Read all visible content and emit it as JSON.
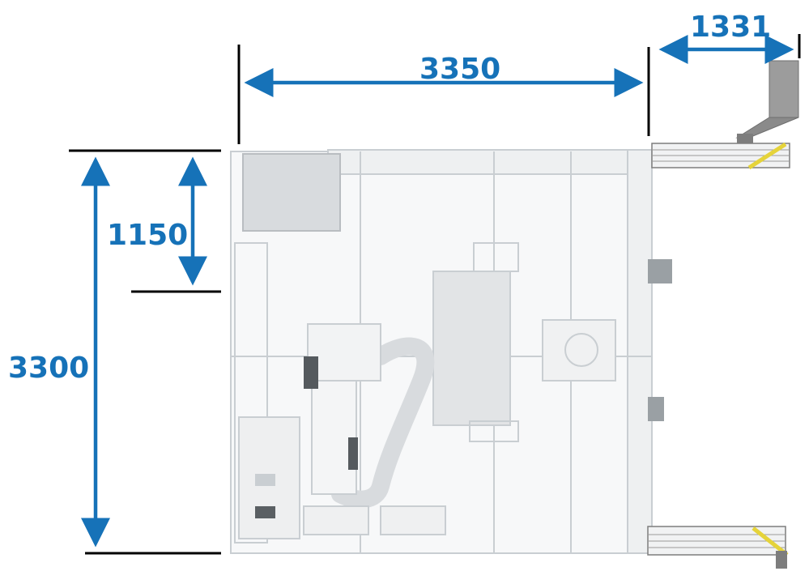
{
  "dimensions": {
    "overall_width": "3350",
    "overall_depth": "3300",
    "partial_depth": "1150",
    "right_extension": "1331"
  },
  "colors": {
    "dimension_blue": "#1672b8",
    "extension_line": "#000000",
    "equipment_line": "#c9ced2",
    "equipment_fill": "#f3f4f5",
    "dark_gray": "#7d7d7d",
    "accent_yellow": "#e5d33a"
  }
}
